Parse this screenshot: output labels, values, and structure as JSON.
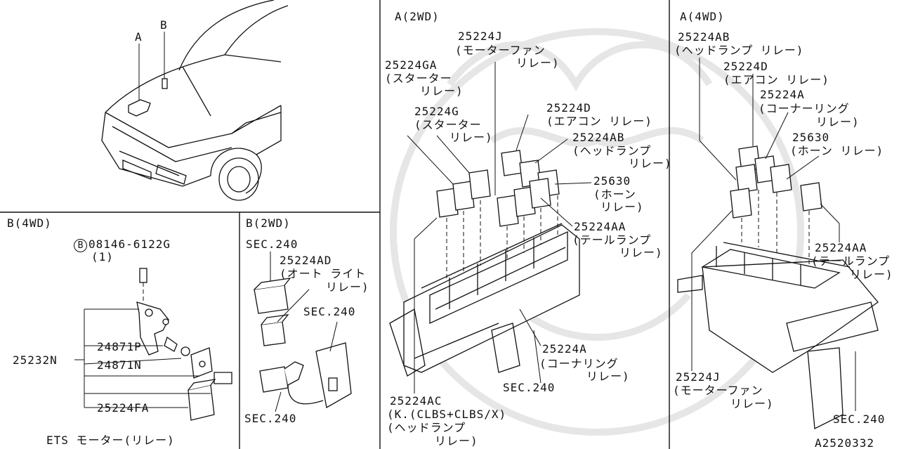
{
  "panels": {
    "b4wd_title": "B(4WD)",
    "b2wd_title": "B(2WD)",
    "a2wd_title": "A(2WD)",
    "a4wd_title": "A(4WD)"
  },
  "overview": {
    "marker_a": "A",
    "marker_b": "B"
  },
  "b4wd": {
    "bolt_symbol": "B",
    "bolt_part": "08146-6122G",
    "bolt_qty": "(1)",
    "assembly_part": "25232N",
    "part_1": "24871P",
    "part_2": "24871N",
    "part_3": "25224FA",
    "footer": "ETS モーター(リレー)"
  },
  "b2wd": {
    "sec_top": "SEC.240",
    "relay_part": "25224AD",
    "relay_desc_1": "(オート ライト",
    "relay_desc_2": "リレー)",
    "sec_mid": "SEC.240",
    "sec_bottom": "SEC.240"
  },
  "a2wd": {
    "j_part": "25224J",
    "j_desc_1": "(モーターファン",
    "j_desc_2": "リレー)",
    "ga_part": "25224GA",
    "ga_desc_1": "(スターター",
    "ga_desc_2": "リレー)",
    "g_part": "25224G",
    "g_desc_1": "(スターター",
    "g_desc_2": "リレー)",
    "d_part": "25224D",
    "d_desc": "(エアコン リレー)",
    "ab_part": "25224AB",
    "ab_desc_1": "(ヘッドランプ",
    "ab_desc_2": "リレー)",
    "horn_part": "25630",
    "horn_desc_1": "(ホーン",
    "horn_desc_2": "リレー)",
    "aa_part": "25224AA",
    "aa_desc_1": "(テールランプ",
    "aa_desc_2": "リレー)",
    "a_part": "25224A",
    "a_desc_1": "(コーナリング",
    "a_desc_2": "リレー)",
    "sec": "SEC.240",
    "ac_part": "25224AC",
    "ac_desc_1": "(K.(CLBS+CLBS/X)",
    "ac_desc_2": "(ヘッドランプ",
    "ac_desc_3": "リレー)"
  },
  "a4wd": {
    "ab_part": "25224AB",
    "ab_desc": "(ヘッドランプ リレー)",
    "d_part": "25224D",
    "d_desc": "(エアコン リレー)",
    "a_part": "25224A",
    "a_desc_1": "(コーナーリング",
    "a_desc_2": "リレー)",
    "horn_part": "25630",
    "horn_desc": "(ホーン リレー)",
    "aa_part": "25224AA",
    "aa_desc_1": "(テールランプ",
    "aa_desc_2": "リレー)",
    "j_part": "25224J",
    "j_desc_1": "(モーターファン",
    "j_desc_2": "リレー)",
    "sec": "SEC.240"
  },
  "figure_code": "A2520332"
}
